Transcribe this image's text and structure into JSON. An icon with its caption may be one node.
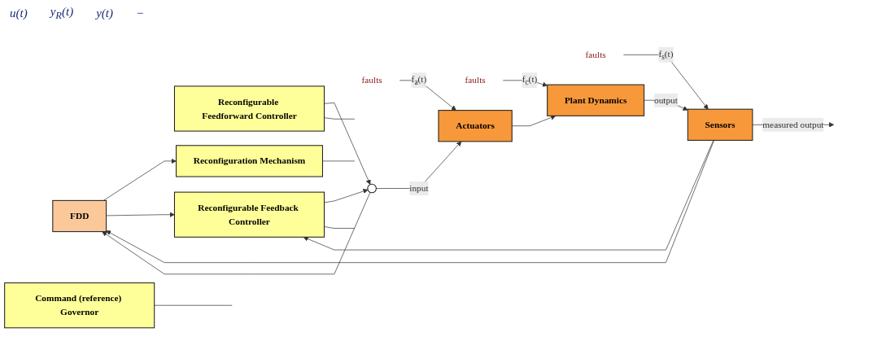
{
  "diagram": {
    "nodes": [
      {
        "text": [
          "FDD"
        ]
      },
      {
        "text": [
          "faults"
        ]
      },
      {
        "text": [
          "faults"
        ]
      },
      {
        "text": [
          "faults"
        ]
      },
      {
        "text": [
          "Command (reference) Governor"
        ]
      },
      {
        "text": [
          "Reconfigurable Feedforward Controller"
        ]
      },
      {
        "text": [],
        "shape": "circle"
      },
      {
        "text": [
          "Actuators"
        ]
      },
      {
        "text": [
          "Plant Dynamics"
        ]
      },
      {
        "text": [
          "Sensors"
        ]
      },
      {
        "text": [
          "Reconfiguration Mechanism"
        ]
      },
      {
        "text": [
          "Reconfigurable Feedback Controller"
        ]
      }
    ],
    "edges": [
      {
        "from": 5,
        "to": 6,
        "arrow": "to"
      },
      {
        "from": 6,
        "to": 7,
        "arrow": "to",
        "label": "input"
      },
      {
        "from": 6,
        "to": 0,
        "arrow": "to"
      },
      {
        "from": 7,
        "to": 8,
        "arrow": "to"
      },
      {
        "from": 8,
        "to": 9,
        "arrow": "to",
        "label": "output"
      },
      {
        "from": 9,
        "to": null,
        "arrow": "to",
        "label": "measured output"
      },
      {
        "from": 9,
        "to": 0,
        "arrow": "to"
      },
      {
        "from": 9,
        "to": 11,
        "arrow": "to"
      },
      {
        "from": 0,
        "to": 10,
        "arrow": "to"
      },
      {
        "from": 0,
        "to": 11,
        "arrow": "to"
      },
      {
        "from": 11,
        "to": 6,
        "arrow": "to"
      },
      {
        "from": 1,
        "to": 7,
        "arrow": "to",
        "label": "f$_{a}$(t)"
      },
      {
        "from": 2,
        "to": 8,
        "arrow": "to",
        "label": "f$_{c}$(t)"
      },
      {
        "from": 3,
        "to": 9,
        "arrow": "to",
        "label": "f$_{s}$(t)"
      },
      {
        "from": 4,
        "to": null,
        "arrow": "none"
      },
      {
        "from": 5,
        "to": null,
        "arrow": "none"
      },
      {
        "from": 11,
        "to": null,
        "arrow": "none"
      },
      {
        "from": 10,
        "to": null,
        "arrow": "none"
      }
    ],
    "labels": [
      "u(t)",
      "y$_{R}$(t)",
      "y(t)",
      "−"
    ]
  }
}
